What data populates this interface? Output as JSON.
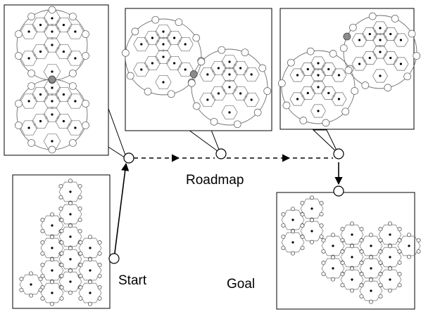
{
  "labels": {
    "roadmap": "Roadmap",
    "start": "Start",
    "goal": "Goal"
  },
  "colors": {
    "line": "#000000",
    "cell": "#6e6e6e",
    "highlight": "#8c8c8c"
  }
}
